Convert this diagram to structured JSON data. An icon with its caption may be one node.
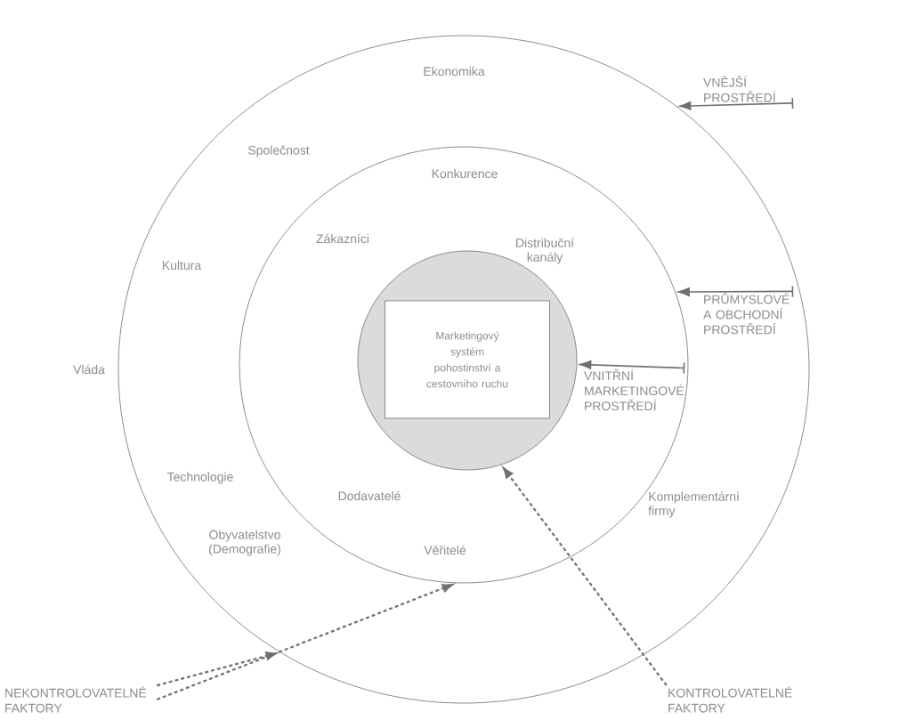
{
  "diagram": {
    "nodes": [
      {
        "text": [
          "Ekonomika",
          "Společnost",
          "Kultura",
          "Vláda",
          "Technologie",
          "Obyvatelstvo (Demografie)"
        ]
      },
      {
        "text": [
          "Konkurence",
          "Zákazníci",
          "Distribuční kanály",
          "Dodavatelé",
          "Věřitelé",
          "Komplementární firmy"
        ],
        "in": 0
      },
      {
        "text": [],
        "shape": "circle",
        "in": 1
      },
      {
        "text": [
          "Marketingový systém pohostinství a cestovního ruchu"
        ],
        "in": 2
      },
      {
        "text": [
          "VNĚJŠÍ PROSTŘEDÍ"
        ]
      },
      {
        "text": [
          "PRŮMYSLOVÉ A OBCHODNÍ PROSTŘEDÍ"
        ],
        "in": 0
      },
      {
        "text": [
          "VNITŘNÍ MARKETINGOVÉ PROSTŘEDÍ"
        ],
        "in": 1
      },
      {
        "text": [
          "NEKONTROLOVATELNÉ FAKTORY"
        ]
      },
      {
        "text": [
          "KONTROLOVATELNÉ FAKTORY"
        ]
      }
    ],
    "edges": [
      {
        "from": 4,
        "to": 0,
        "arrow": "to"
      },
      {
        "from": 5,
        "to": 1,
        "arrow": "to"
      },
      {
        "from": 6,
        "to": 2,
        "arrow": "to"
      },
      {
        "from": 7,
        "to": 0,
        "arrow": "to",
        "style": "dashed"
      },
      {
        "from": 7,
        "to": 1,
        "arrow": "to",
        "style": "dashed"
      },
      {
        "from": 8,
        "to": 2,
        "arrow": "to",
        "style": "dashed"
      }
    ]
  }
}
